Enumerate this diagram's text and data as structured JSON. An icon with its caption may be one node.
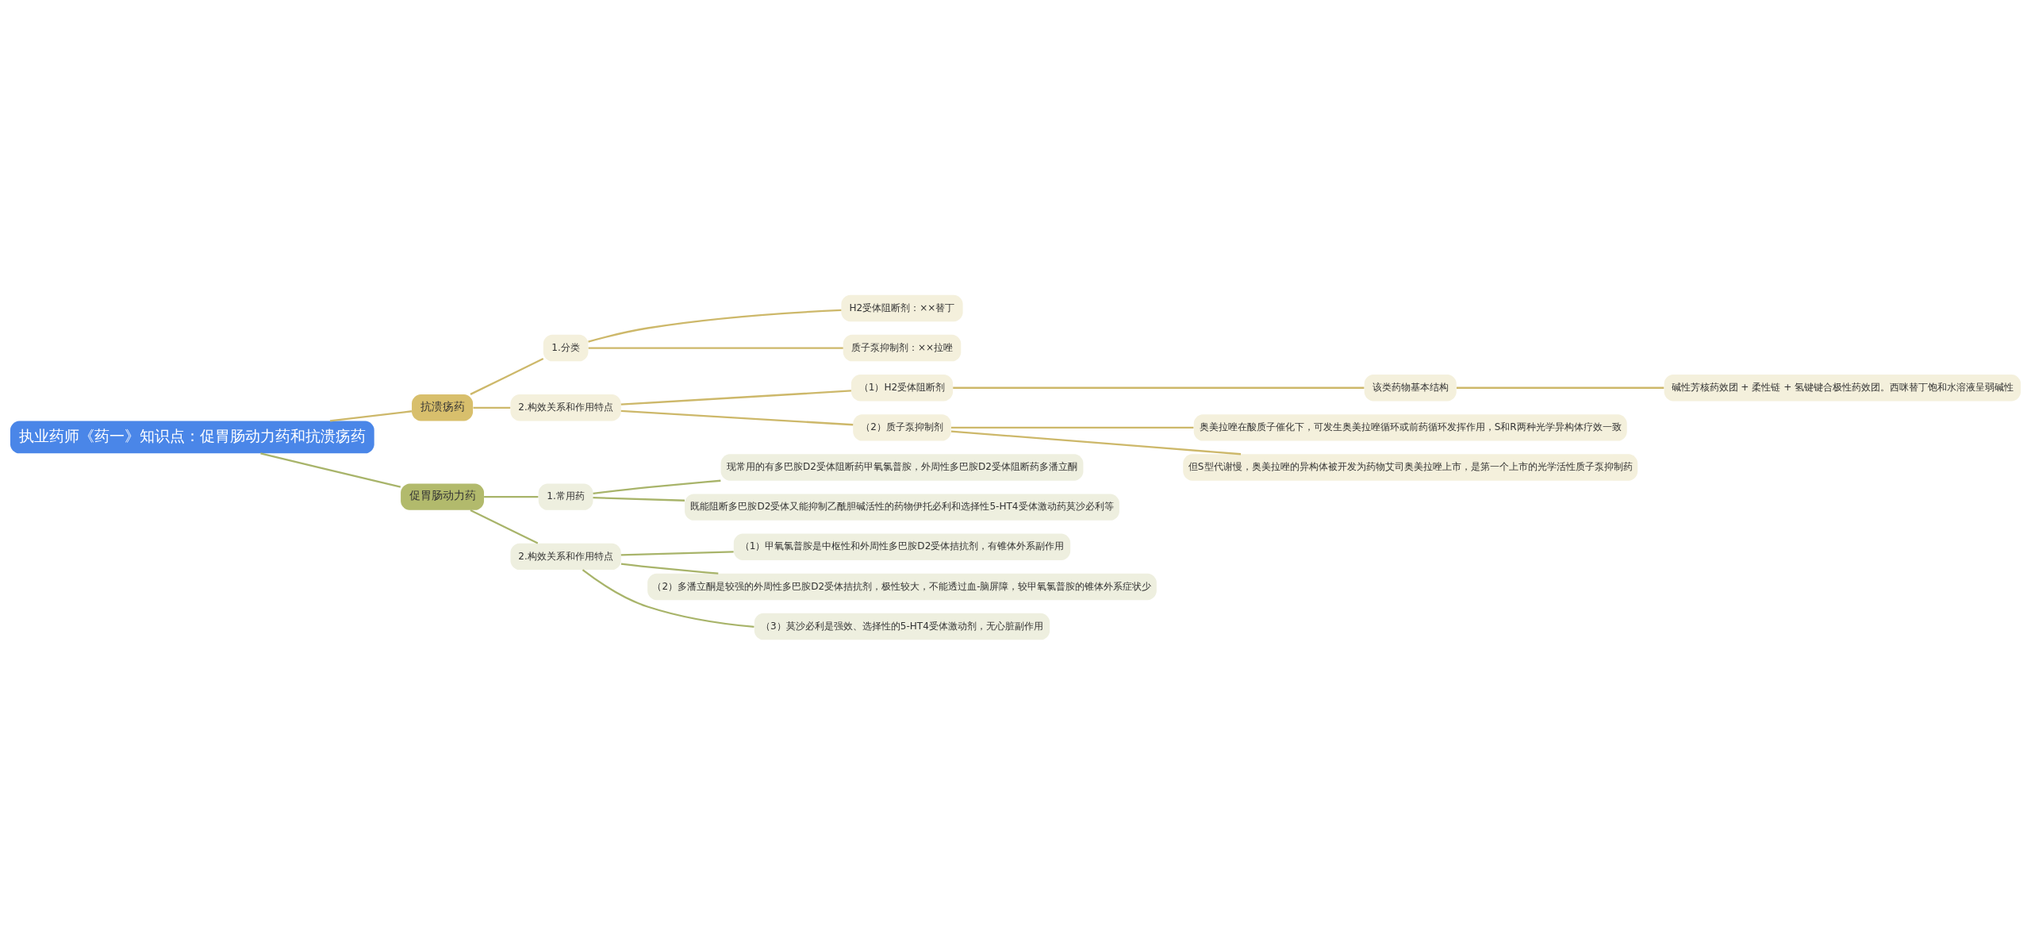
{
  "diagram": {
    "nodes": [
      {
        "text": [
          "执业药师《药一》知识点：促胃肠动力药和抗溃疡药"
        ]
      },
      {
        "text": [
          "抗溃疡药"
        ]
      },
      {
        "text": [
          "1.分类"
        ]
      },
      {
        "text": [
          "H2受体阻断剂：××替丁"
        ]
      },
      {
        "text": [
          "质子泵抑制剂：××拉唑"
        ]
      },
      {
        "text": [
          "2.构效关系和作用特点"
        ]
      },
      {
        "text": [
          "（1）H2受体阻断剂"
        ]
      },
      {
        "text": [
          "该类药物基本结构"
        ]
      },
      {
        "text": [
          "碱性芳核药效团 + 柔性链 + 氢键键合极性药效团。西咪替丁饱和水溶液呈弱碱性"
        ]
      },
      {
        "text": [
          "（2）质子泵抑制剂"
        ]
      },
      {
        "text": [
          "奥美拉唑在酸质子催化下，可发生奥美拉唑循环或前药循环发挥作用，S和R两种光学异构体疗效一致"
        ]
      },
      {
        "text": [
          "但S型代谢慢，奥美拉唑的异构体被开发为药物艾司奥美拉唑上市，是第一个上市的光学活性质子泵抑制药"
        ]
      },
      {
        "text": [
          "促胃肠动力药"
        ]
      },
      {
        "text": [
          "1.常用药"
        ]
      },
      {
        "text": [
          "现常用的有多巴胺D2受体阻断药甲氧氯普胺，外周性多巴胺D2受体阻断药多潘立酮"
        ]
      },
      {
        "text": [
          "既能阻断多巴胺D2受体又能抑制乙酰胆碱活性的药物伊托必利和选择性5-HT4受体激动药莫沙必利等"
        ]
      },
      {
        "text": [
          "2.构效关系和作用特点"
        ]
      },
      {
        "text": [
          "（1）甲氧氯普胺是中枢性和外周性多巴胺D2受体拮抗剂，有锥体外系副作用"
        ]
      },
      {
        "text": [
          "（2）多潘立酮是较强的外周性多巴胺D2受体拮抗剂，极性较大，不能透过血-脑屏障，较甲氧氯普胺的锥体外系症状少"
        ]
      },
      {
        "text": [
          "（3）莫沙必利是强效、选择性的5-HT4受体激动剂，无心脏副作用"
        ]
      }
    ],
    "edges": [
      {
        "from": 0,
        "to": 1,
        "arrow": "none"
      },
      {
        "from": 1,
        "to": 2,
        "arrow": "none"
      },
      {
        "from": 2,
        "to": 3,
        "arrow": "none"
      },
      {
        "from": 2,
        "to": 4,
        "arrow": "none"
      },
      {
        "from": 1,
        "to": 5,
        "arrow": "none"
      },
      {
        "from": 5,
        "to": 6,
        "arrow": "none"
      },
      {
        "from": 6,
        "to": 7,
        "arrow": "none"
      },
      {
        "from": 7,
        "to": 8,
        "arrow": "none"
      },
      {
        "from": 5,
        "to": 9,
        "arrow": "none"
      },
      {
        "from": 9,
        "to": 10,
        "arrow": "none"
      },
      {
        "from": 9,
        "to": 11,
        "arrow": "none"
      },
      {
        "from": 0,
        "to": 12,
        "arrow": "none",
        "color": "#a8b46a"
      },
      {
        "from": 12,
        "to": 13,
        "arrow": "none",
        "color": "#a8b46a"
      },
      {
        "from": 13,
        "to": 14,
        "arrow": "none",
        "color": "#a8b46a"
      },
      {
        "from": 13,
        "to": 15,
        "arrow": "none",
        "color": "#a8b46a"
      },
      {
        "from": 12,
        "to": 16,
        "arrow": "none",
        "color": "#a8b46a"
      },
      {
        "from": 16,
        "to": 17,
        "arrow": "none",
        "color": "#a8b46a"
      },
      {
        "from": 16,
        "to": 18,
        "arrow": "none",
        "color": "#a8b46a"
      },
      {
        "from": 16,
        "to": 19,
        "arrow": "none",
        "color": "#a8b46a"
      }
    ]
  }
}
